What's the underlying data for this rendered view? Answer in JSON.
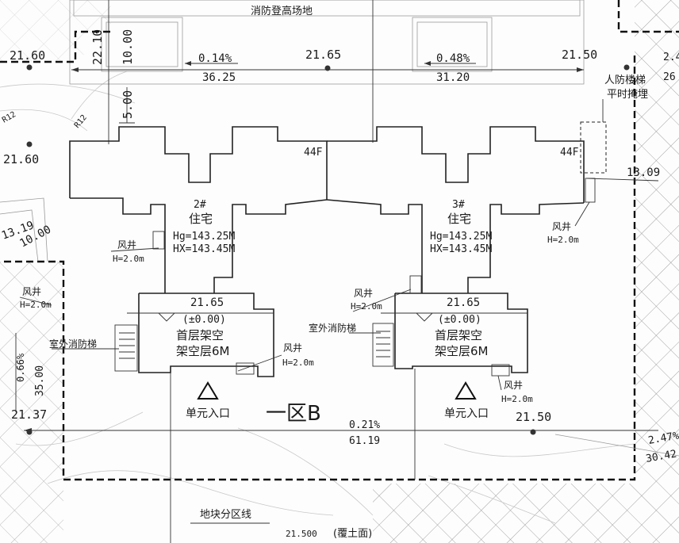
{
  "top": {
    "site_label": "消防登高场地",
    "elev_left": "21.60",
    "dim_vert_1": "22.10",
    "dim_vert_2": "10.00",
    "dim_vert_3": "5.00",
    "slope_1": "0.14%",
    "elev_mid": "21.65",
    "slope_2": "0.48%",
    "elev_right": "21.50",
    "len_1": "36.25",
    "len_2": "31.20",
    "edge_top_a": "2.4",
    "edge_top_b": "26"
  },
  "right_notes": {
    "civil_defense_1": "人防楼梯",
    "civil_defense_2": "平时掩埋",
    "dim_1309": "13.09"
  },
  "left": {
    "r12_a": "R12",
    "r12_b": "R12",
    "elev_2160": "21.60",
    "dim_1319": "13.19",
    "dim_1000": "10.00",
    "vent_label": "风井",
    "vent_h": "H=2.0m",
    "slope_066": "0.66%",
    "len_3500": "35.00",
    "elev_2137": "21.37",
    "stair_label": "室外消防梯"
  },
  "building2": {
    "floors": "44F",
    "num": "2#",
    "type": "住宅",
    "hg": "Hg=143.25M",
    "hx": "HX=143.45M",
    "vent_a_label": "风井",
    "vent_a_h": "H=2.0m",
    "elev": "21.65",
    "zero": "(±0.00)",
    "ground_1": "首层架空",
    "ground_2": "架空层6M",
    "vent_b_label": "风井",
    "vent_b_h": "H=2.0m",
    "entrance": "单元入口"
  },
  "building3": {
    "floors": "44F",
    "num": "3#",
    "type": "住宅",
    "hg": "Hg=143.25M",
    "hx": "HX=143.45M",
    "vent_a_label": "风井",
    "vent_a_h": "H=2.0m",
    "vent_b_label": "风井",
    "vent_b_h": "H=2.0m",
    "stair_label": "室外消防梯",
    "elev": "21.65",
    "zero": "(±0.00)",
    "ground_1": "首层架空",
    "ground_2": "架空层6M",
    "vent_c_label": "风井",
    "vent_c_h": "H=2.0m",
    "entrance": "单元入口"
  },
  "bottom": {
    "zone": "一区B",
    "elev_right": "21.50",
    "slope": "0.21%",
    "len": "61.19",
    "slope_r": "2.47%",
    "len_r": "30.42",
    "plot_line": "地块分区线",
    "elev_bottom": "21.500",
    "cover": "(覆土面)"
  }
}
